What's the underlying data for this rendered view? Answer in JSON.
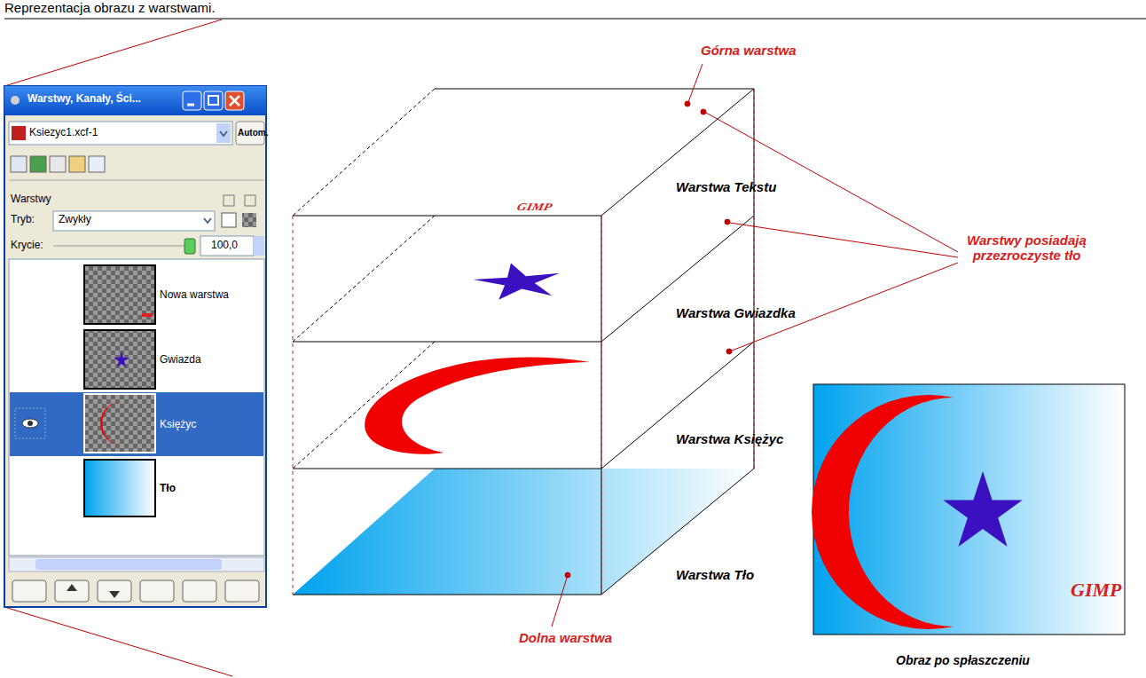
{
  "diagram": {
    "nodes": [
      {
        "text": [
          "Warstwy, Kanały, Ści..."
        ]
      },
      {
        "text": [
          "Nowa warstwa"
        ],
        "in": 0
      },
      {
        "text": [
          "Gwiazda"
        ],
        "in": 0
      },
      {
        "text": [
          "Księżyc"
        ],
        "in": 0
      },
      {
        "text": [
          "Tło"
        ],
        "in": 0
      }
    ],
    "labels": [
      "Reprezentacja obrazu z warstwami.",
      "Ksiezyc1.xcf-1",
      "Autom.",
      "Warstwy",
      "Tryb:",
      "Zwykły",
      "Krycie:",
      "100,0",
      "Górna warstwa",
      "GIMP",
      "Warstwa Tekstu",
      "Warstwa Gwiazdka",
      "Warstwa Księżyc",
      "Warstwa Tło",
      "Dolna warstwa",
      "Warstwy posiadają przezroczyste tło",
      "GIMP",
      "Obraz po spłaszczeniu"
    ]
  }
}
